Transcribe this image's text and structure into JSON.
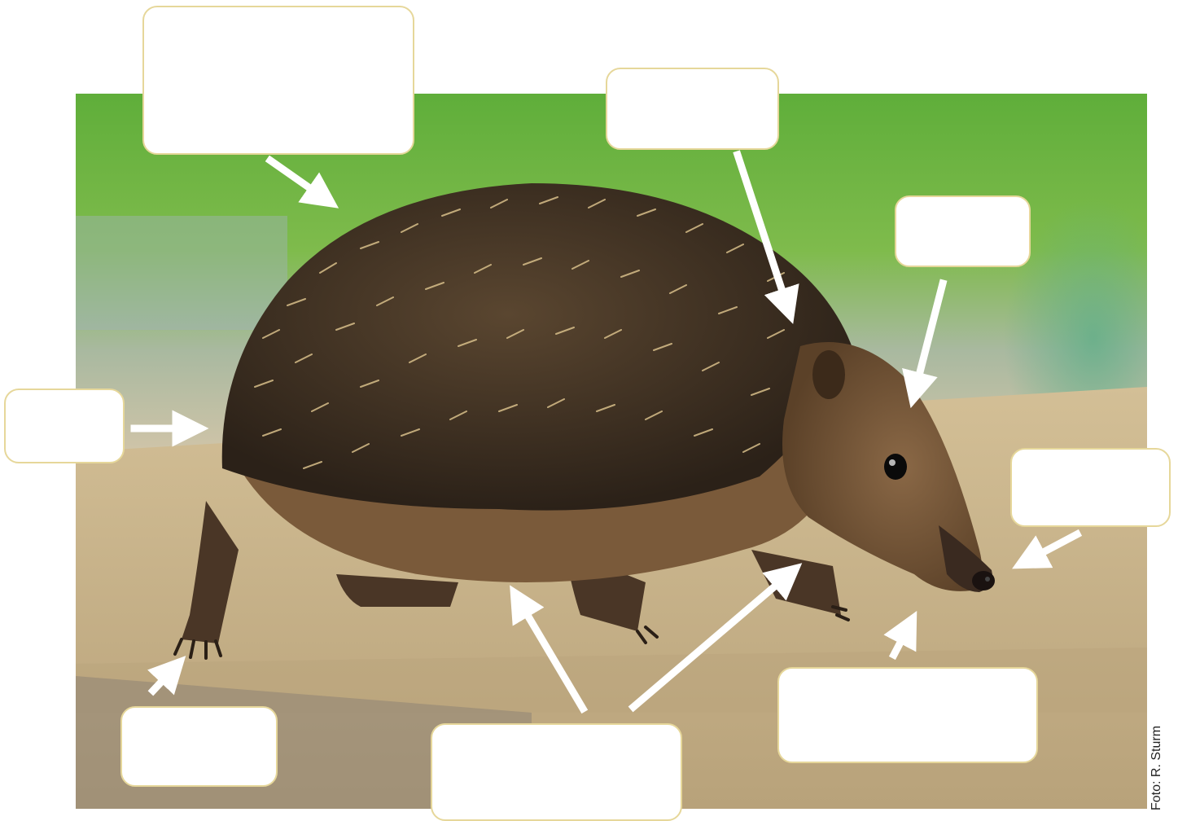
{
  "photo": {
    "subject": "hedgehog",
    "credit": "Foto: R. Sturm"
  },
  "label_boxes": [
    {
      "id": "spines"
    },
    {
      "id": "ear"
    },
    {
      "id": "eye"
    },
    {
      "id": "tail"
    },
    {
      "id": "snout"
    },
    {
      "id": "claws"
    },
    {
      "id": "legs-fur"
    },
    {
      "id": "whiskers"
    }
  ],
  "colors": {
    "box_border": "#e6d79a",
    "arrow": "#ffffff",
    "background_green": "#6cb53f",
    "ground": "#c8b48c"
  }
}
